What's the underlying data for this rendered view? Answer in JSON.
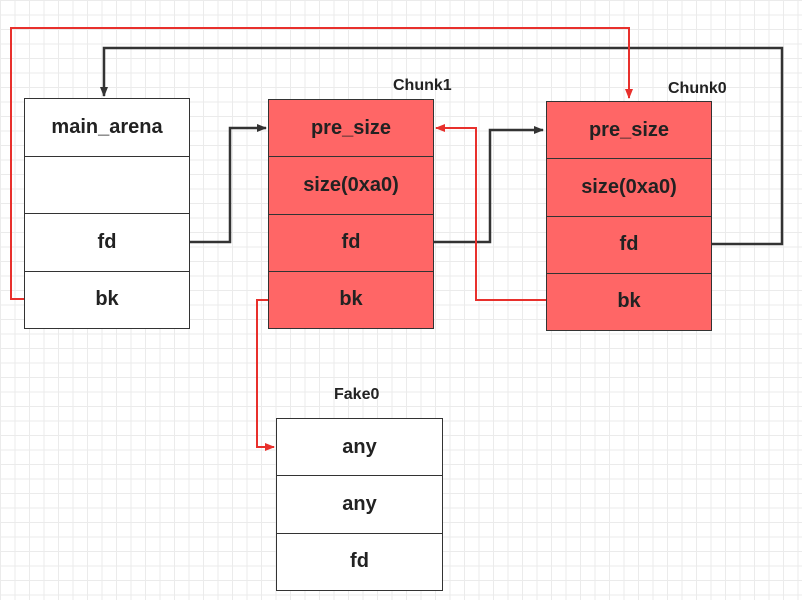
{
  "colors": {
    "chunk_fill": "#ff6666",
    "red_edge": "#e8302c",
    "dark_edge": "#333333"
  },
  "main_arena": {
    "cells": [
      "main_arena",
      "",
      "fd",
      "bk"
    ]
  },
  "chunk1": {
    "label": "Chunk1",
    "cells": [
      "pre_size",
      "size(0xa0)",
      "fd",
      "bk"
    ]
  },
  "chunk0": {
    "label": "Chunk0",
    "cells": [
      "pre_size",
      "size(0xa0)",
      "fd",
      "bk"
    ]
  },
  "fake0": {
    "label": "Fake0",
    "cells": [
      "any",
      "any",
      "fd"
    ]
  }
}
